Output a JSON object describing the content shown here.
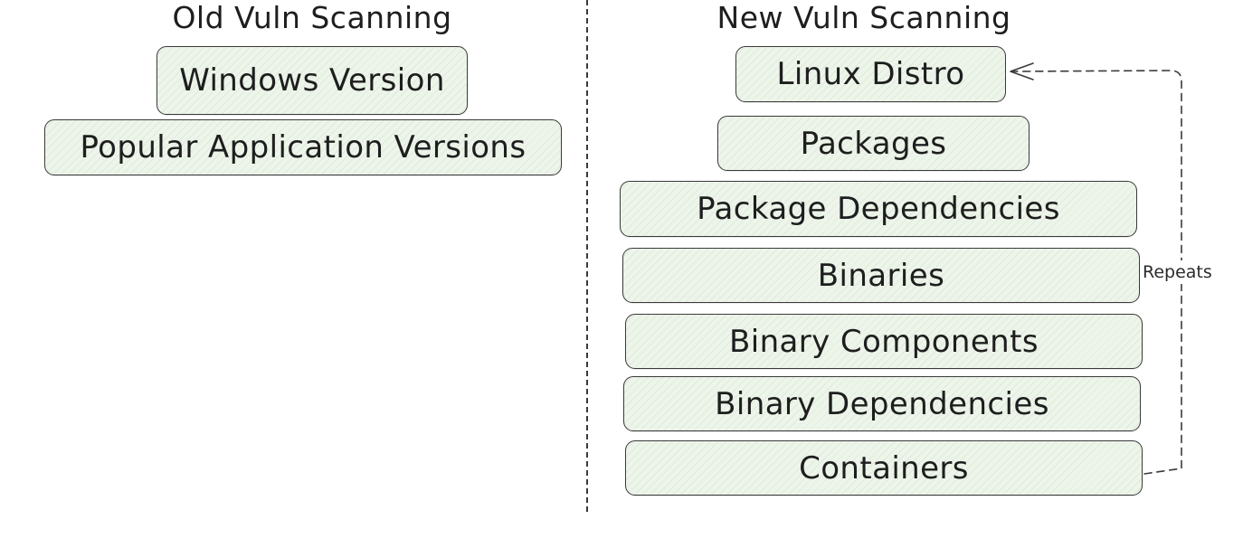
{
  "old_column": {
    "title": "Old Vuln Scanning",
    "boxes": [
      "Windows Version",
      "Popular Application Versions"
    ]
  },
  "new_column": {
    "title": "New Vuln Scanning",
    "boxes": [
      "Linux Distro",
      "Packages",
      "Package Dependencies",
      "Binaries",
      "Binary Components",
      "Binary Dependencies",
      "Containers"
    ]
  },
  "loop_connector": {
    "label": "Repeats"
  },
  "colors": {
    "box_fill": "#edf5ea",
    "stroke": "#3a3a3a",
    "text": "#1e1e1e"
  }
}
